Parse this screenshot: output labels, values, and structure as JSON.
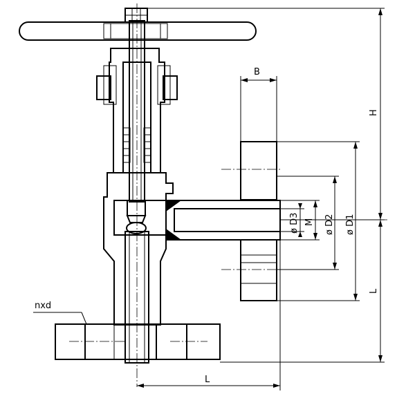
{
  "labels": {
    "B": "B",
    "H": "H",
    "L_vertical": "L",
    "L_horizontal": "L",
    "D1": "ø D1",
    "D2": "ø D2",
    "D3": "ø D3",
    "M": "M",
    "nxd": "nxd"
  },
  "colors": {
    "line": "#000000",
    "background": "#ffffff"
  }
}
